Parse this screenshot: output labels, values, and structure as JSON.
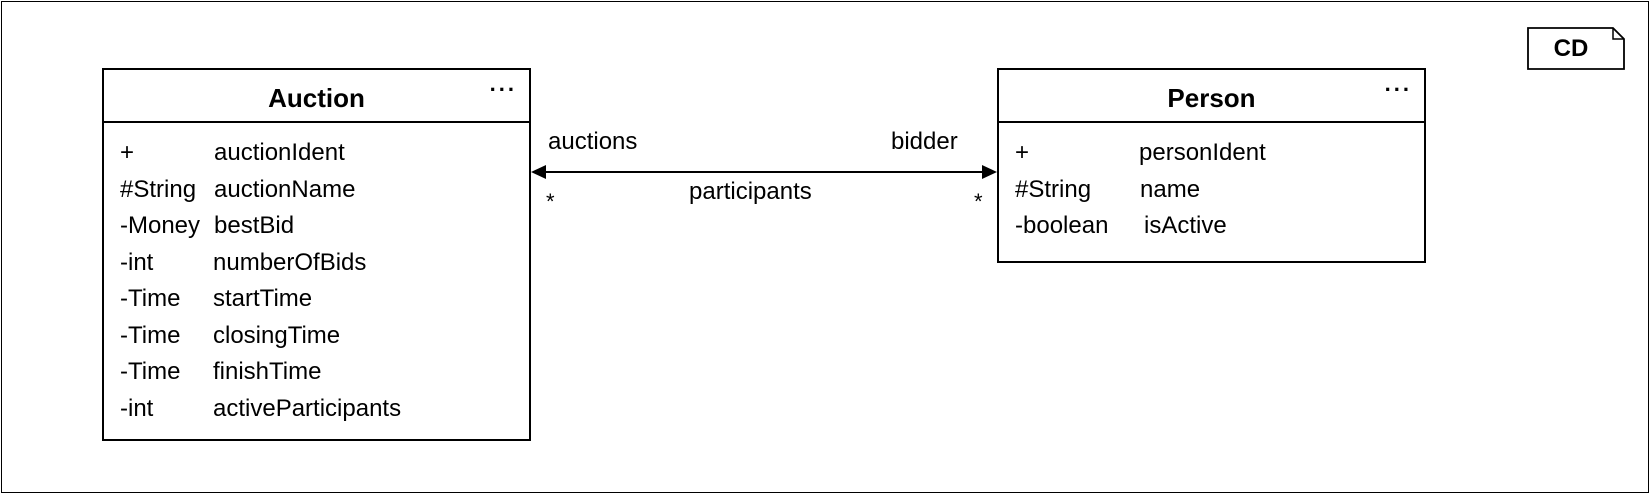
{
  "stereotype_tag": "CD",
  "classes": {
    "auction": {
      "name": "Auction",
      "more": "...",
      "attributes": [
        {
          "visibility": "+",
          "name": "auctionIdent"
        },
        {
          "visibility": "#String",
          "name": "auctionName"
        },
        {
          "visibility": "-Money",
          "name": "bestBid"
        },
        {
          "visibility": "-int",
          "name": "numberOfBids"
        },
        {
          "visibility": "-Time",
          "name": "startTime"
        },
        {
          "visibility": "-Time",
          "name": "closingTime"
        },
        {
          "visibility": "-Time",
          "name": "finishTime"
        },
        {
          "visibility": "-int",
          "name": "activeParticipants"
        }
      ]
    },
    "person": {
      "name": "Person",
      "more": "...",
      "attributes": [
        {
          "visibility": "+",
          "name": "personIdent"
        },
        {
          "visibility": "#String",
          "name": "name"
        },
        {
          "visibility": "-boolean",
          "name": "isActive"
        }
      ]
    }
  },
  "association": {
    "name": "participants",
    "left_role": "auctions",
    "right_role": "bidder",
    "left_multiplicity": "*",
    "right_multiplicity": "*"
  }
}
